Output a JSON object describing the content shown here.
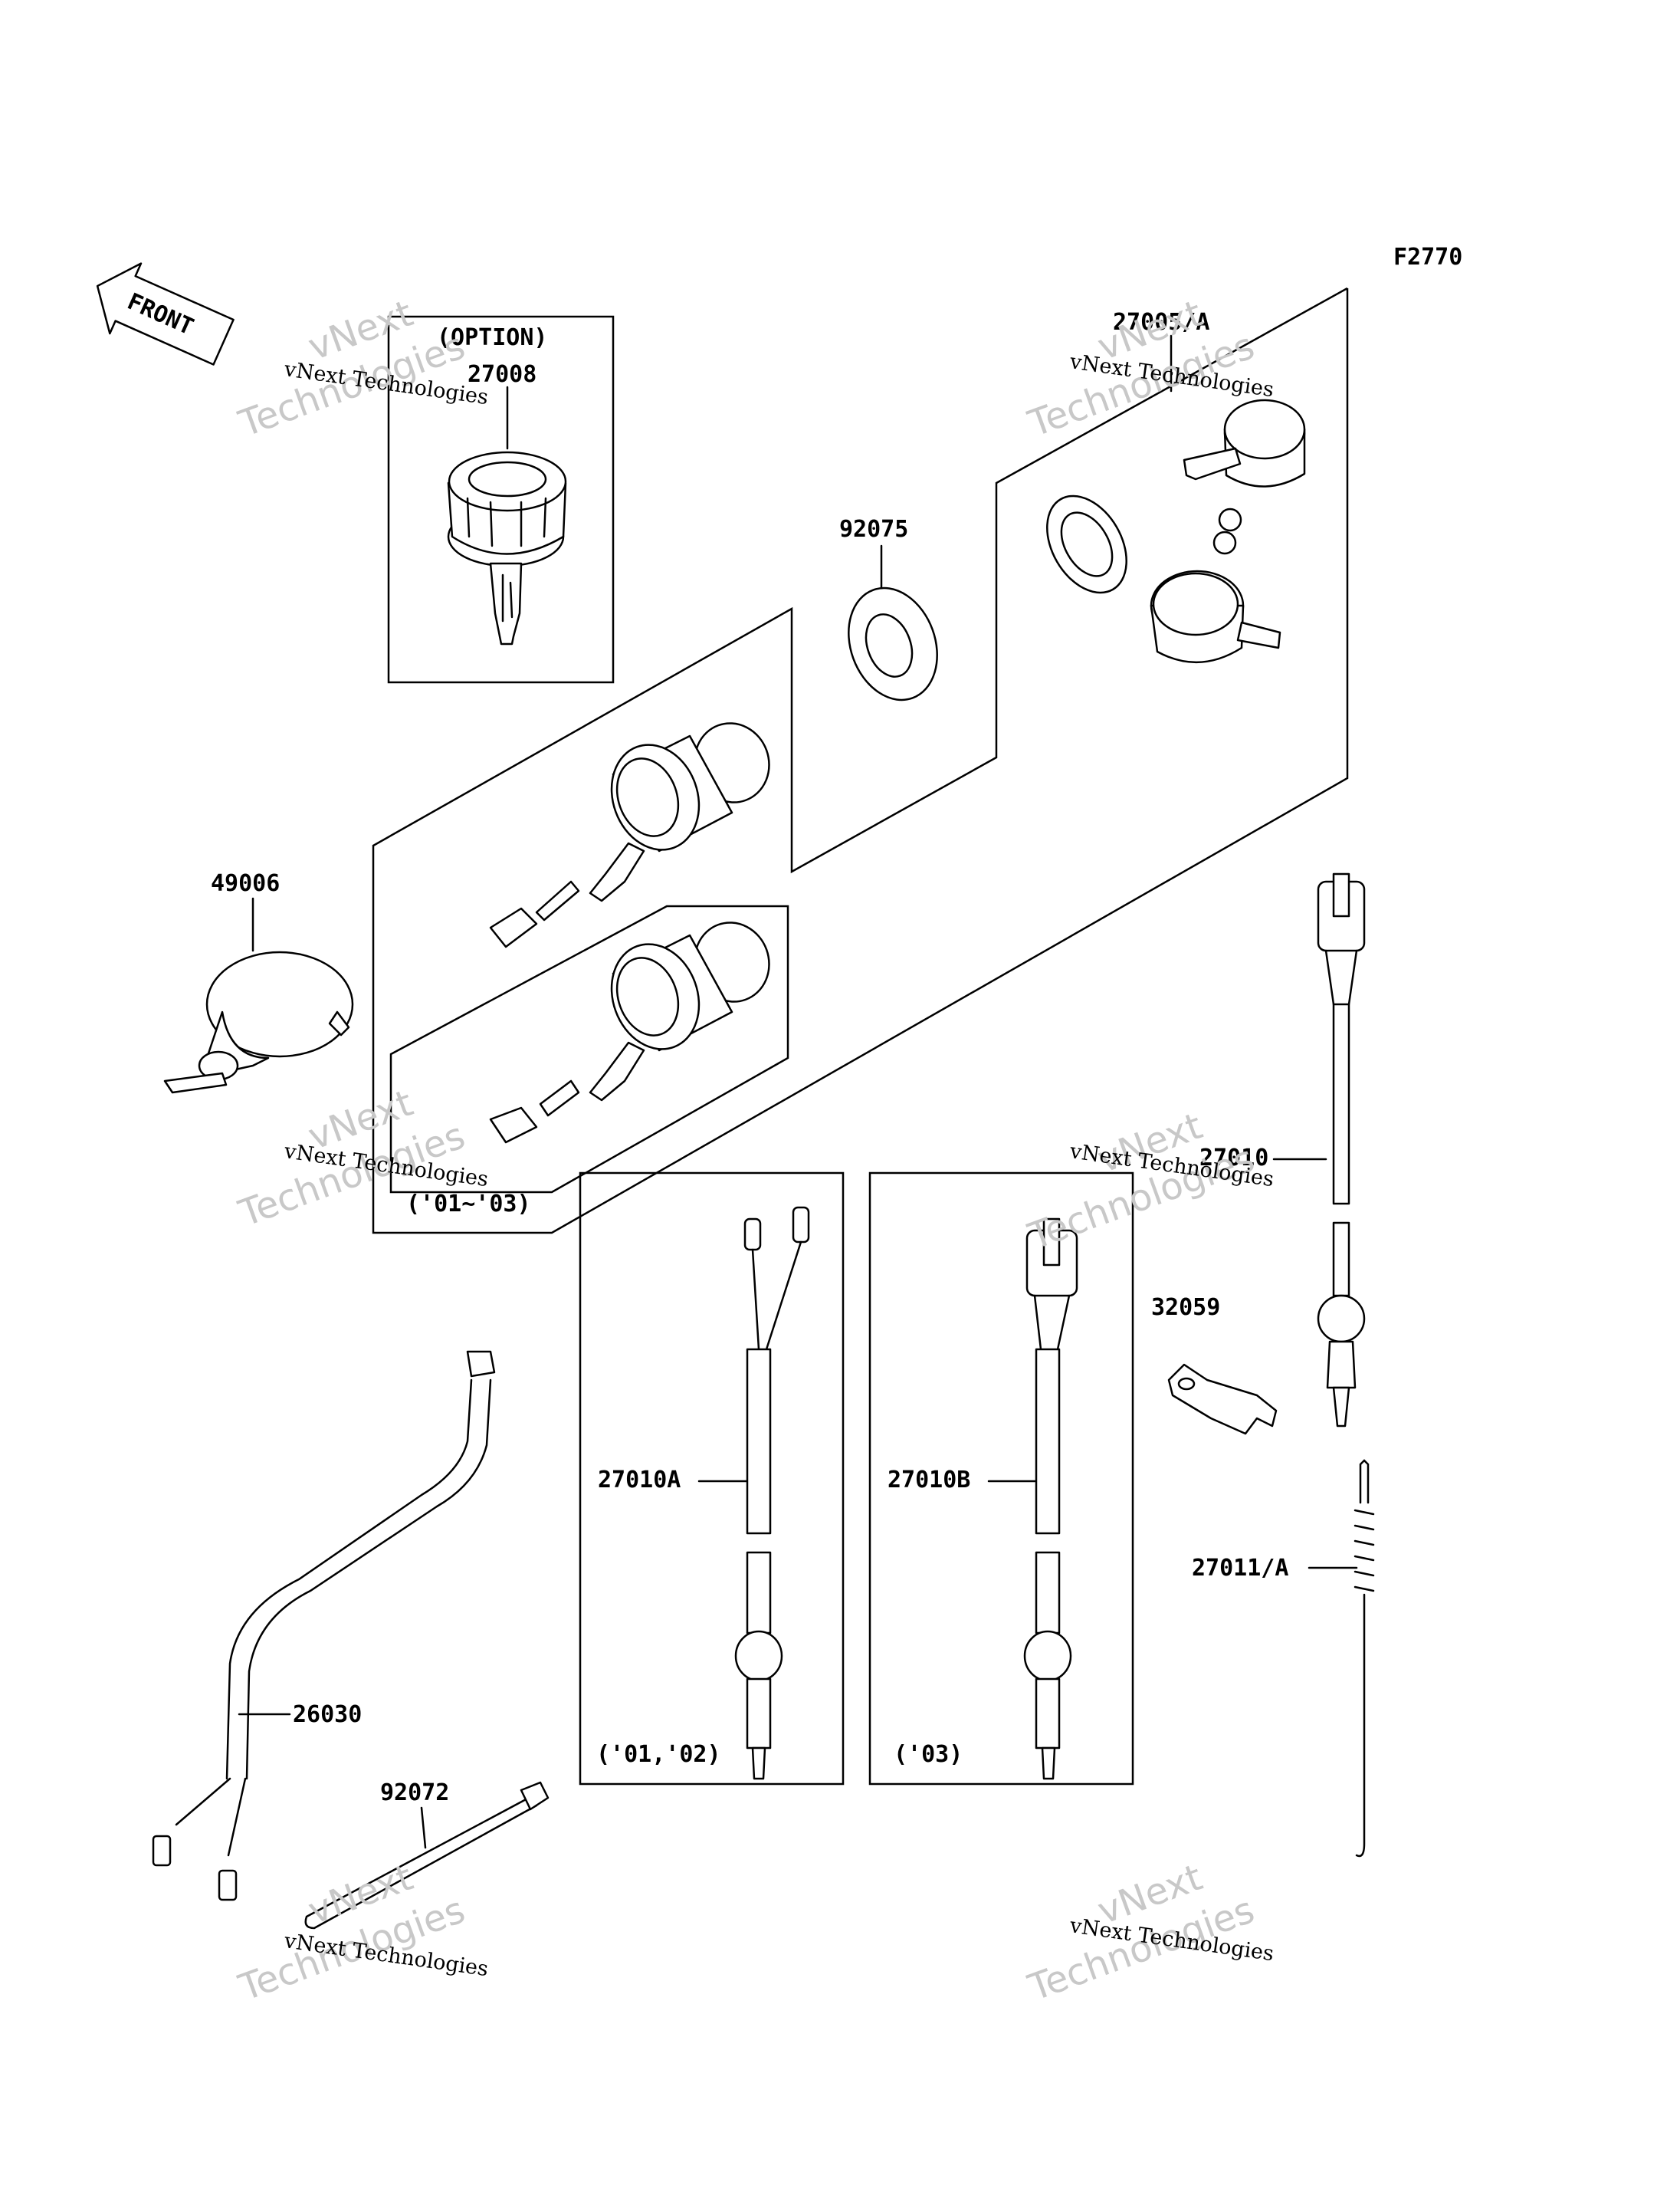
{
  "figure_code": "F2770",
  "front_label": "FRONT",
  "option_label": "(OPTION)",
  "year_labels": {
    "switch_variant": "('01~'03)",
    "switch_a": "('01,'02)",
    "switch_b": "('03)"
  },
  "parts": {
    "p27008": "27008",
    "p27005a": "27005/A",
    "p92075": "92075",
    "p49006": "49006",
    "p27010": "27010",
    "p32059": "32059",
    "p27010a": "27010A",
    "p27010b": "27010B",
    "p27011a": "27011/A",
    "p26030": "26030",
    "p92072": "92072"
  },
  "watermark": {
    "line1": "vNext Technologies",
    "line2": "vNext",
    "line3": "Technologies"
  }
}
